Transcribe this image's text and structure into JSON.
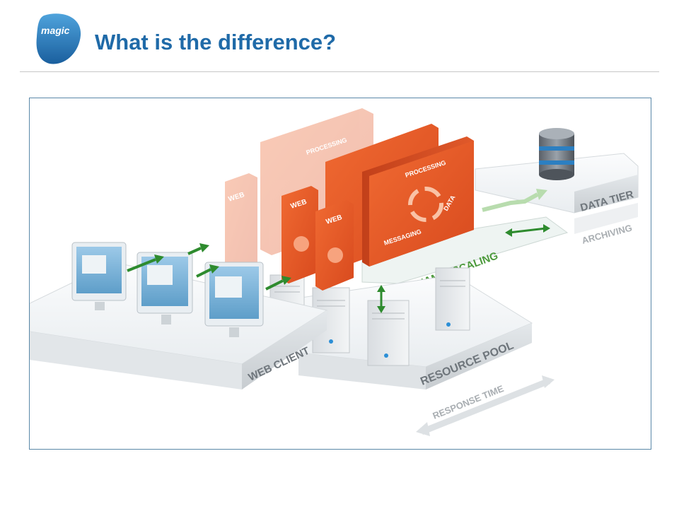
{
  "logo": {
    "text": "magic"
  },
  "header": {
    "title": "What is the difference?"
  },
  "diagram": {
    "labels": {
      "processing": "PROCESSING",
      "messaging": "MESSAGING",
      "data": "DATA",
      "web": "WEB",
      "data_tier": "DATA TIER",
      "archiving": "ARCHIVING",
      "dynamic_scaling": "DYNAMIC SCALING",
      "web_client": "WEB CLIENT",
      "resource_pool": "RESOURCE POOL",
      "response_time": "RESPONSE TIME"
    },
    "colors": {
      "title": "#1f6aa8",
      "orange": "#e8582a",
      "green_arrow": "#2e8b2e",
      "gray_label": "#8a8f94",
      "monitor_screen": "#7fb6da"
    }
  }
}
